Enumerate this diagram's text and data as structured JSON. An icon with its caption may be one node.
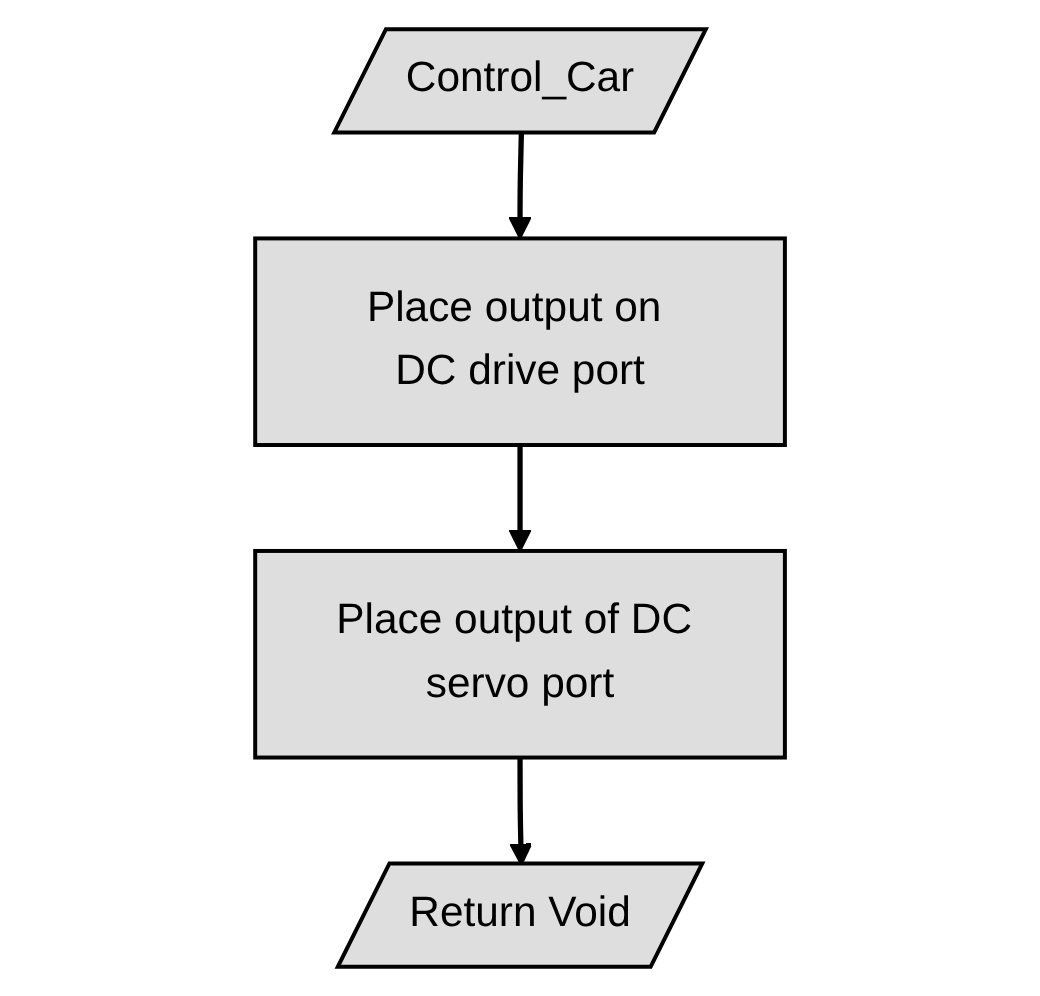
{
  "diagram": {
    "nodes": [
      {
        "text": [
          "Control_Car"
        ]
      },
      {
        "text": [
          "Place output on DC drive port"
        ]
      },
      {
        "text": [
          "Place output of DC servo port"
        ]
      },
      {
        "text": [
          "Return Void"
        ]
      }
    ],
    "edges": [
      {
        "from": 0,
        "to": 1,
        "arrow": "to"
      },
      {
        "from": 1,
        "to": 2,
        "arrow": "to"
      },
      {
        "from": 2,
        "to": 3,
        "arrow": "to"
      }
    ]
  }
}
